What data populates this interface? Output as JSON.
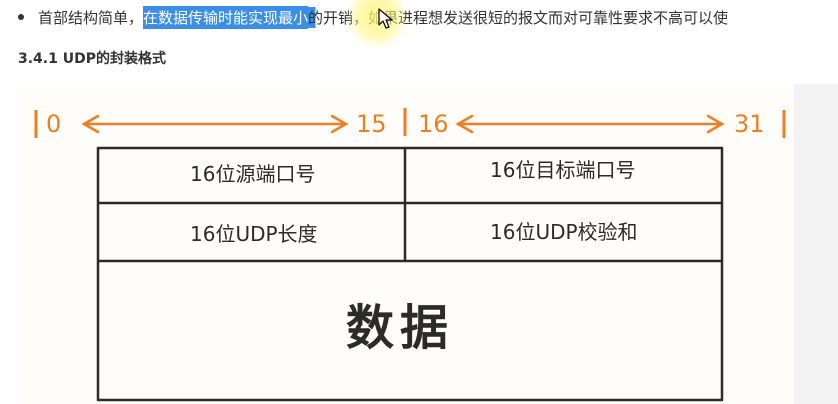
{
  "article": {
    "bullet_line": {
      "before": "首部结构简单，",
      "highlighted": "在数据传输时能实现最小",
      "partial": "的",
      "after": "开销，如果进程想发送很短的报文而对可靠性要求不高可以使"
    },
    "section_heading": "3.4.1 UDP的封装格式"
  },
  "udp_diagram": {
    "scale": {
      "start": "0",
      "mid_left": "15",
      "mid_right": "16",
      "end": "31"
    },
    "fields": {
      "source_port": "16位源端口号",
      "dest_port": "16位目标端口号",
      "length": "16位UDP长度",
      "checksum": "16位UDP校验和",
      "data": "数据"
    },
    "colors": {
      "scale": "#f07d21",
      "box": "#2b2b2b",
      "highlight": "#3a8ee6"
    }
  }
}
